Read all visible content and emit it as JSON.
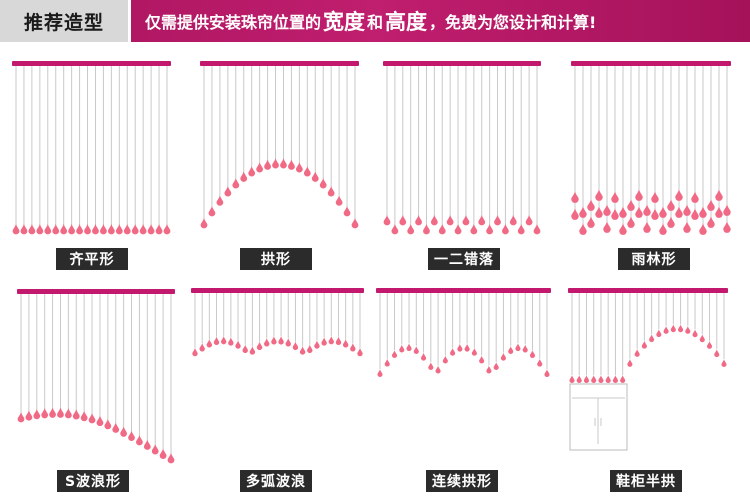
{
  "banner": {
    "tag": "推荐造型",
    "text_part1": "仅需提供安装珠帘位置的",
    "text_width": "宽度",
    "text_and": "和",
    "text_height": "高度",
    "text_part2": "，免费为您设计和计算!"
  },
  "colors": {
    "banner": "#b5186a",
    "rod": "#c2186e",
    "bead": "#f06a86",
    "strand": "#c9c9c9",
    "label_bg": "#2b2b2b"
  },
  "styles": [
    {
      "label": "齐平形",
      "shape": "flat"
    },
    {
      "label": "拱形",
      "shape": "arch"
    },
    {
      "label": "一二错落",
      "shape": "staggered"
    },
    {
      "label": "雨林形",
      "shape": "rainforest"
    },
    {
      "label": "S波浪形",
      "shape": "s-wave"
    },
    {
      "label": "多弧波浪",
      "shape": "multi-arc-wave"
    },
    {
      "label": "连续拱形",
      "shape": "continuous-arch"
    },
    {
      "label": "鞋柜半拱",
      "shape": "shoe-cabinet-half-arch"
    }
  ]
}
